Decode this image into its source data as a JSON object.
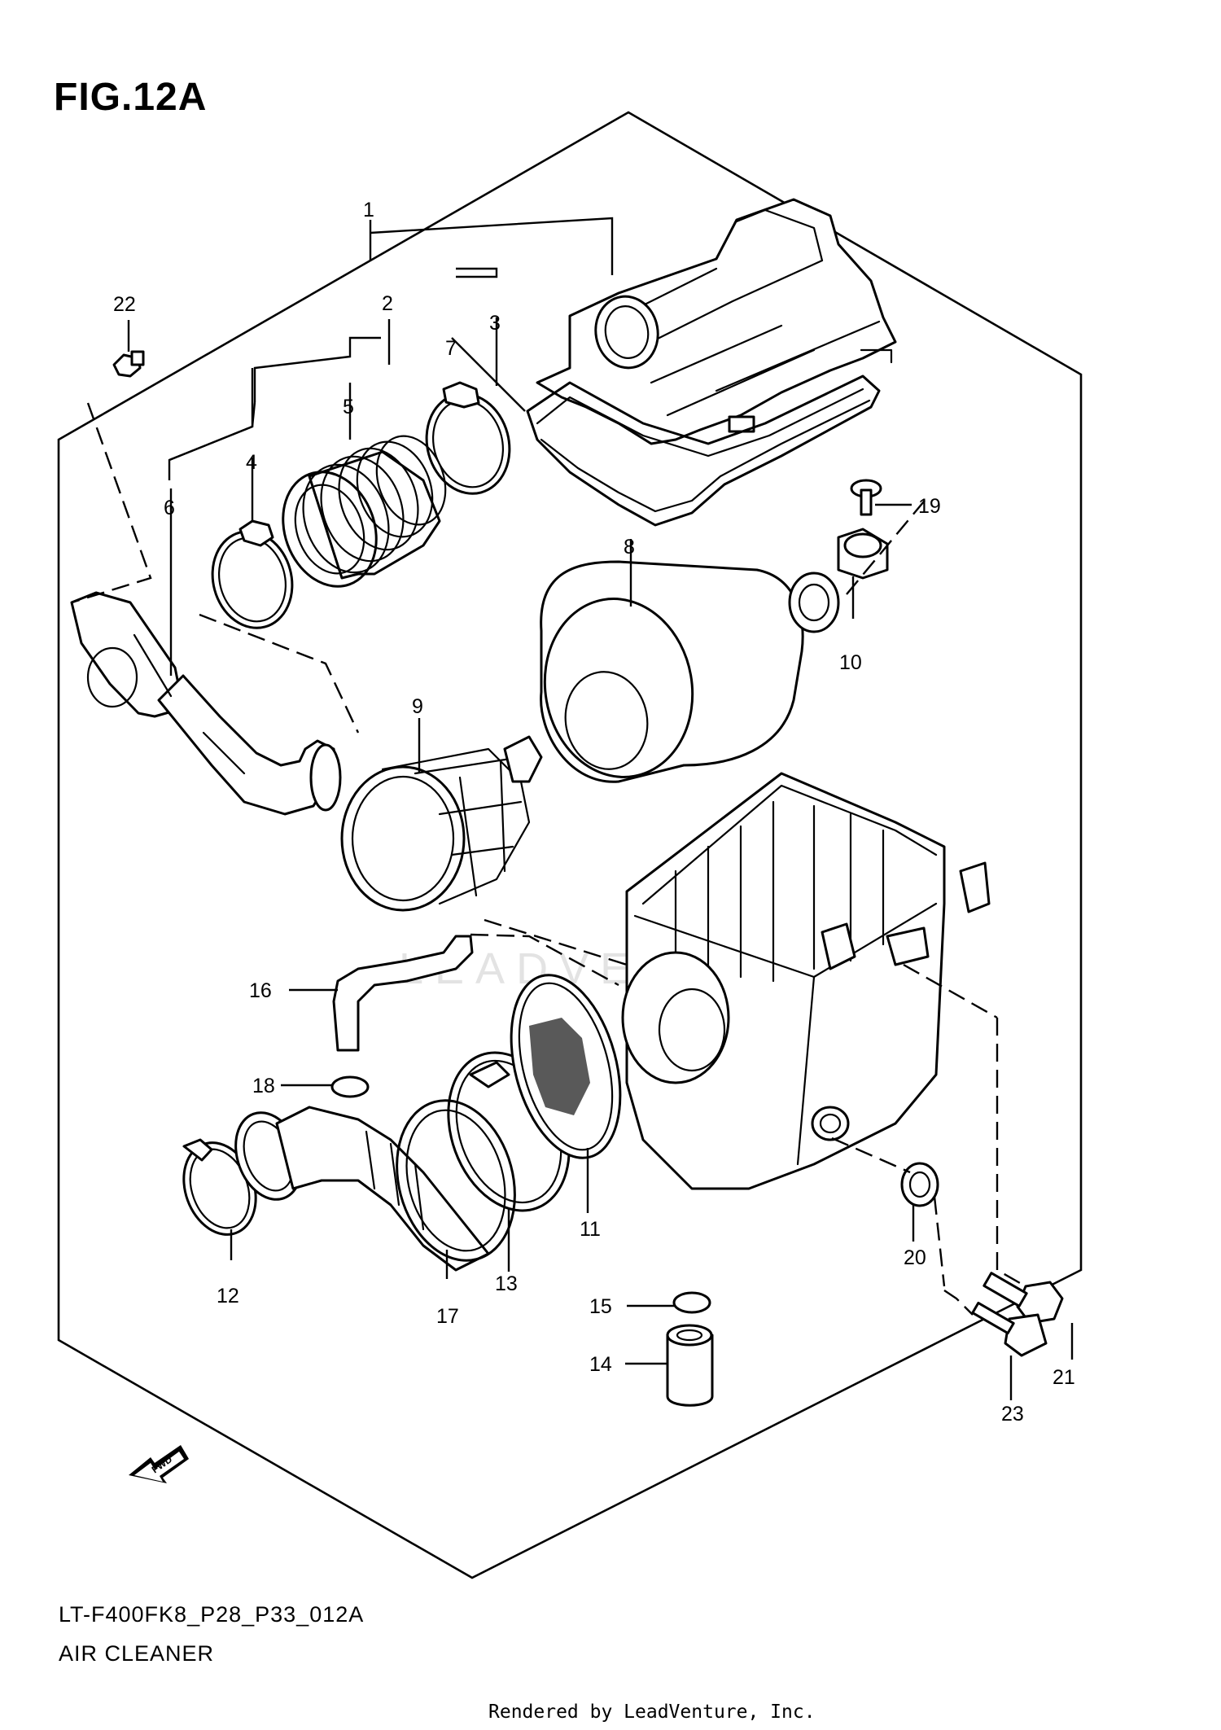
{
  "title": "FIG.12A",
  "callouts": {
    "p1": "1",
    "p2": "2",
    "p3": "3",
    "p4": "4",
    "p5": "5",
    "p6": "6",
    "p7": "7",
    "p8": "8",
    "p9": "9",
    "p10": "10",
    "p11": "11",
    "p12": "12",
    "p13": "13",
    "p14": "14",
    "p15": "15",
    "p16": "16",
    "p17": "17",
    "p18": "18",
    "p19": "19",
    "p20": "20",
    "p21": "21",
    "p22": "22",
    "p23": "23"
  },
  "fwd_label": "FWD",
  "watermark": "LEADVENTURE",
  "footer": {
    "model": "LT-F400FK8_P28_P33_012A",
    "name": "AIR CLEANER",
    "credit": "Rendered by LeadVenture, Inc."
  }
}
